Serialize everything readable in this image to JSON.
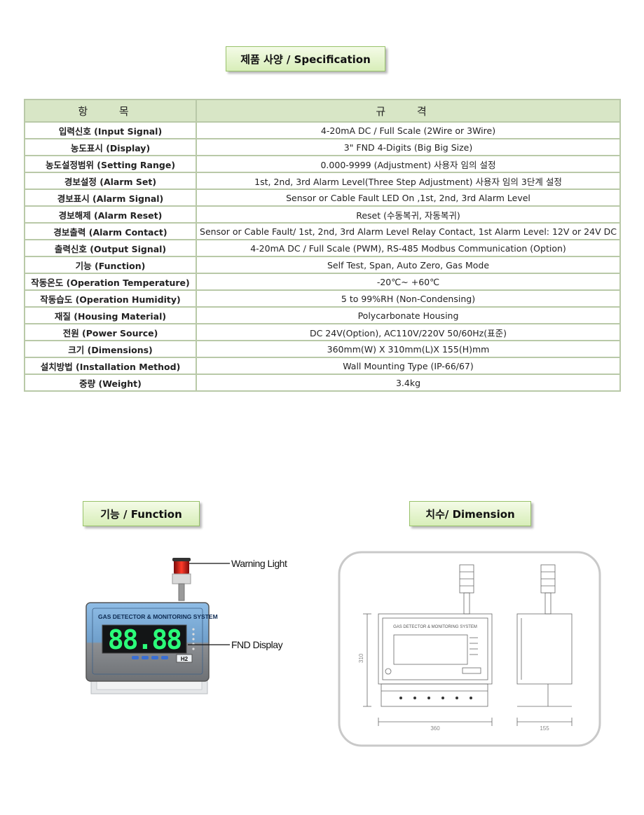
{
  "spec_title": "제품 사양 / Specification",
  "function_title": "기능 / Function",
  "dimension_title": "치수/ Dimension",
  "table": {
    "header_item": "항 목",
    "header_spec": "규 격",
    "rows": [
      {
        "item": "입력신호 (Input Signal)",
        "spec": "4-20mA DC / Full Scale (2Wire or 3Wire)"
      },
      {
        "item": "농도표시 (Display)",
        "spec": "3\" FND 4-Digits (Big Big Size)"
      },
      {
        "item": "농도설정범위 (Setting Range)",
        "spec": "0.000-9999 (Adjustment) 사용자 임의 설정"
      },
      {
        "item": "경보설정 (Alarm Set)",
        "spec": "1st, 2nd, 3rd Alarm Level(Three Step Adjustment) 사용자 임의 3단계 설정"
      },
      {
        "item": "경보표시 (Alarm Signal)",
        "spec": "Sensor or Cable Fault LED On ,1st, 2nd, 3rd Alarm Level"
      },
      {
        "item": "경보해제 (Alarm Reset)",
        "spec": "Reset (수동복귀, 자동복귀)"
      },
      {
        "item": "경보출력 (Alarm Contact)",
        "spec": "Sensor or Cable Fault/ 1st, 2nd, 3rd Alarm Level Relay Contact, 1st Alarm Level: 12V or 24V DC"
      },
      {
        "item": "출력신호 (Output Signal)",
        "spec": "4-20mA DC / Full Scale (PWM), RS-485 Modbus Communication (Option)"
      },
      {
        "item": "기능 (Function)",
        "spec": "Self Test, Span, Auto Zero, Gas Mode"
      },
      {
        "item": "작동온도 (Operation Temperature)",
        "spec": "-20℃~ +60℃"
      },
      {
        "item": "작동습도 (Operation Humidity)",
        "spec": "5 to 99%RH (Non-Condensing)"
      },
      {
        "item": "재질 (Housing Material)",
        "spec": "Polycarbonate Housing"
      },
      {
        "item": "전원 (Power Source)",
        "spec": "DC 24V(Option), AC110V/220V 50/60Hz(표준)"
      },
      {
        "item": "크기 (Dimensions)",
        "spec": "360mm(W) X 310mm(L)X 155(H)mm"
      },
      {
        "item": "설치방법 (Installation Method)",
        "spec": "Wall Mounting Type (IP-66/67)"
      },
      {
        "item": "중량 (Weight)",
        "spec": "3.4kg"
      }
    ]
  },
  "device": {
    "panel_title": "GAS DETECTOR & MONITORING SYSTEM",
    "display_value": "88.88",
    "gas_label": "H2",
    "callout_warning": "Warning Light",
    "callout_fnd": "FND Display"
  },
  "dimension": {
    "height_label": "310",
    "width_label": "360",
    "depth_label": "155",
    "panel_title": "GAS DETECTOR & MONITORING SYSTEM"
  }
}
